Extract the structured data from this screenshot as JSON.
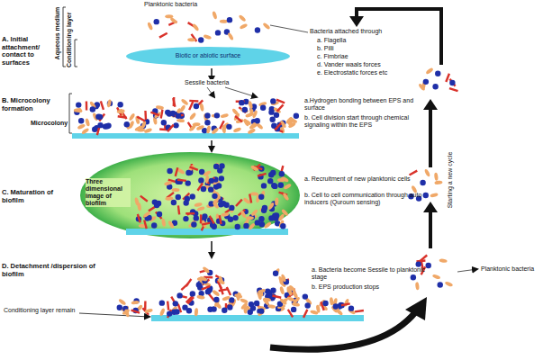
{
  "diagram": {
    "nodes": [
      {
        "text": [
          "Biotic or abiotic surface"
        ]
      },
      {
        "text": [
          "Three dimensional image of biofilm"
        ]
      }
    ],
    "labels": [
      "Planktonic bacteria",
      "A. Initial attachment/ contact to surfaces",
      "Aqueous medium",
      "Conditioning layer",
      "Bacteria attached through",
      "a. Flagella",
      "b. Pilli",
      "c. Fimbriae",
      "d. Vander waals forces",
      "e. Electrostatic forces etc",
      "Sessile bacteria",
      "B. Microcolony formation",
      "Microcolony",
      "a.Hydrogen bonding between EPS and surface",
      "b. Cell division start through chemical signaling within the EPS",
      "C. Maturation of biofilm",
      "a. Recruitment of new planktonic cells",
      "b. Cell to cell communication through auto inducers (Quroum sensing)",
      "Starting a new cycle",
      "Planktonic bacteria",
      "D. Detachment /dispersion of biofilm",
      "a. Bacteria become Sessile to planktonic stage",
      "b. EPS production stops",
      "Conditioning layer remain"
    ]
  }
}
